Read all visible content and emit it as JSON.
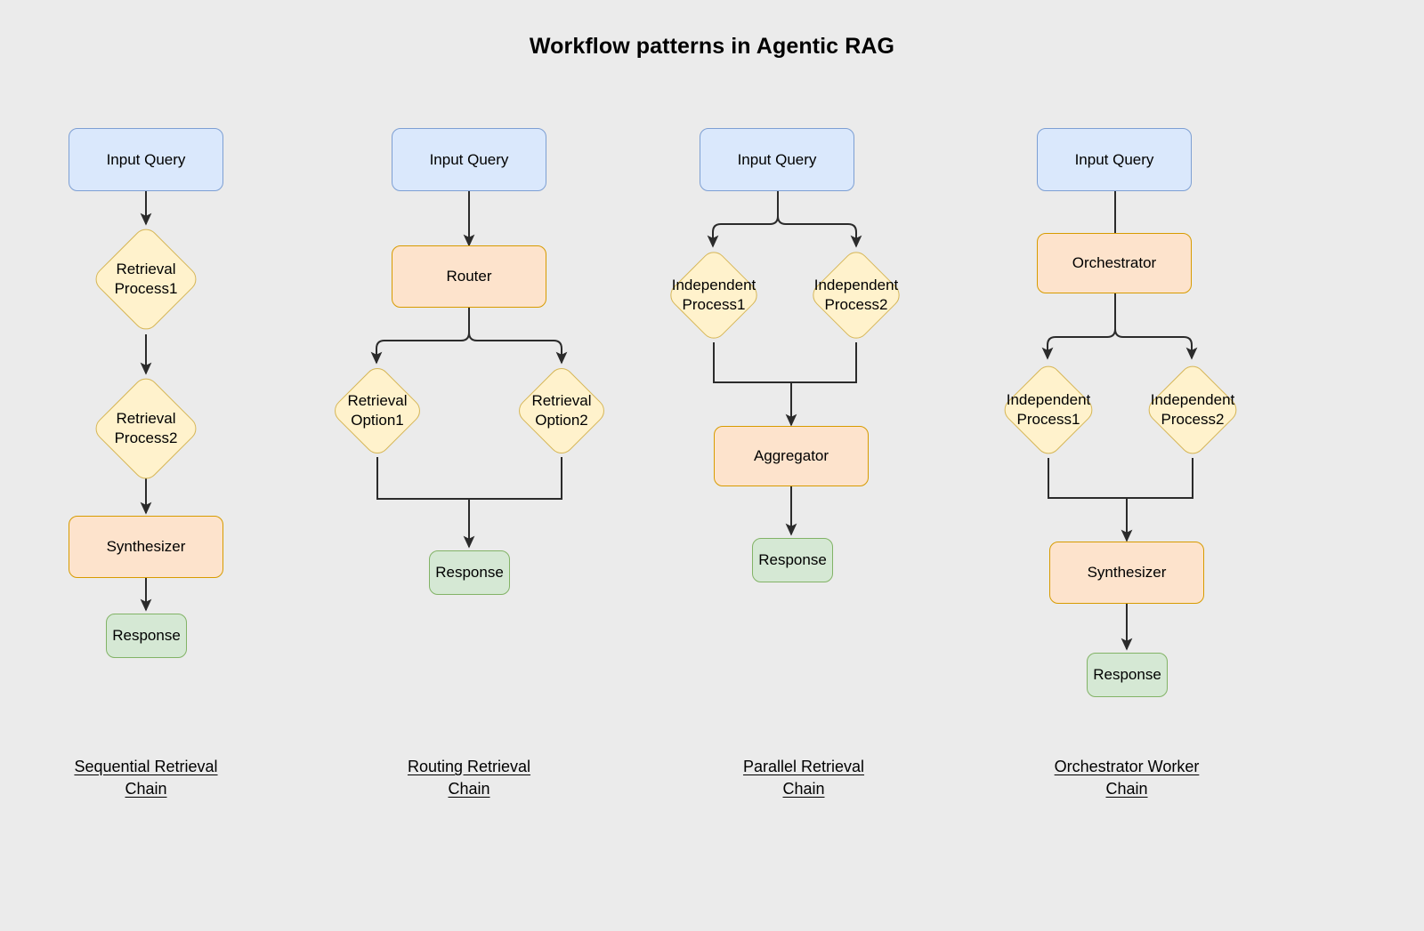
{
  "page": {
    "title": "Workflow patterns in Agentic RAG",
    "background_color": "#ebebeb"
  },
  "palette": {
    "input_fill": "#dae8fc",
    "input_stroke": "#7d9fd3",
    "process_fill": "#fff2cc",
    "process_stroke": "#d6b656",
    "action_fill": "#fde3cc",
    "action_stroke": "#d79b00",
    "response_fill": "#d5e8d4",
    "response_stroke": "#82b366",
    "edge_color": "#2b2b2b",
    "text_color": "#000000"
  },
  "columns": [
    {
      "id": "sequential",
      "caption": "Sequential Retrieval\nChain",
      "nodes": {
        "input": "Input Query",
        "process1": "Retrieval\nProcess1",
        "process2": "Retrieval\nProcess2",
        "synthesizer": "Synthesizer",
        "response": "Response"
      }
    },
    {
      "id": "routing",
      "caption": "Routing Retrieval\nChain",
      "nodes": {
        "input": "Input Query",
        "router": "Router",
        "option1": "Retrieval\nOption1",
        "option2": "Retrieval\nOption2",
        "response": "Response"
      }
    },
    {
      "id": "parallel",
      "caption": "Parallel Retrieval\nChain",
      "nodes": {
        "input": "Input Query",
        "process1": "Independent\nProcess1",
        "process2": "Independent\nProcess2",
        "aggregator": "Aggregator",
        "response": "Response"
      }
    },
    {
      "id": "orchestrator",
      "caption": "Orchestrator Worker\nChain",
      "nodes": {
        "input": "Input Query",
        "orchestrator": "Orchestrator",
        "process1": "Independent\nProcess1",
        "process2": "Independent\nProcess2",
        "synthesizer": "Synthesizer",
        "response": "Response"
      }
    }
  ]
}
